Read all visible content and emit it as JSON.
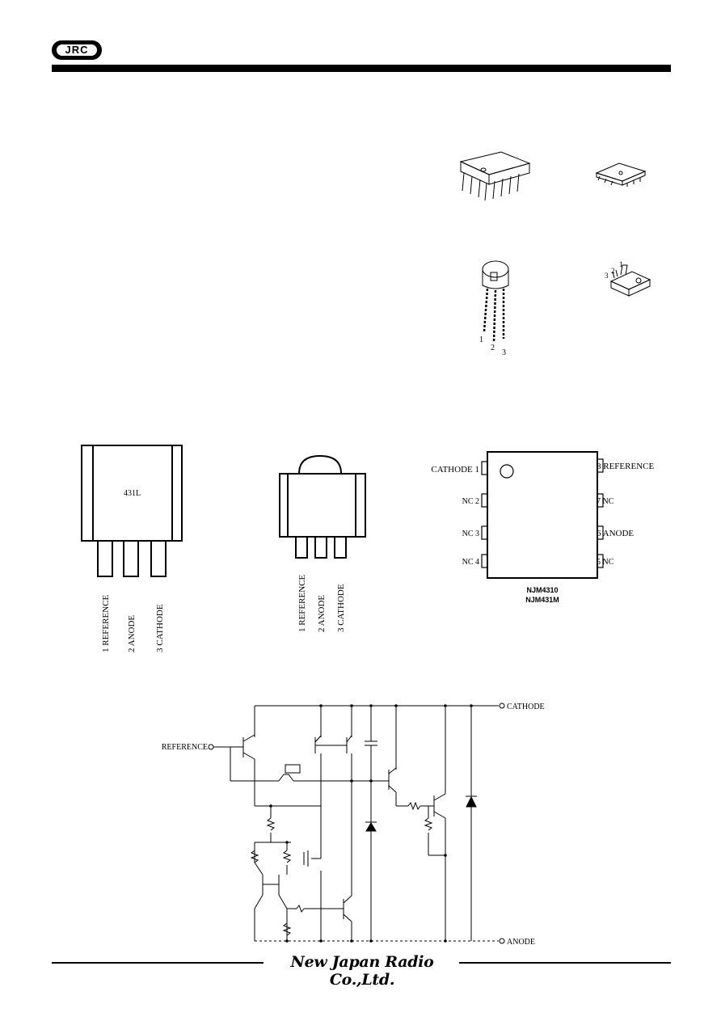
{
  "header": {
    "logo_text": "JRC"
  },
  "footer": {
    "company": "New Japan Radio Co.,Ltd."
  },
  "package_images": {
    "to92_pins": [
      "1",
      "2",
      "3"
    ],
    "sot89_pins": [
      "3",
      "2",
      "1"
    ]
  },
  "to92_pinout": {
    "marking": "431L",
    "pins": [
      "1 REFERENCE",
      "2 ANODE",
      "3 CATHODE"
    ]
  },
  "sot89_pinout": {
    "pins": [
      "1 REFERENCE",
      "2 ANODE",
      "3 CATHODE"
    ]
  },
  "dip8_pinout": {
    "left_pins": [
      "CATHODE 1",
      "NC 2",
      "NC 3",
      "NC 4"
    ],
    "right_pins": [
      "8 REFERENCE",
      "7 NC",
      "6 ANODE",
      "5 NC"
    ],
    "part_numbers": [
      "NJM4310",
      "NJM431M"
    ]
  },
  "schematic": {
    "cathode_label": "CATHODE",
    "reference_label": "REFERENCE",
    "anode_label": "ANODE"
  }
}
